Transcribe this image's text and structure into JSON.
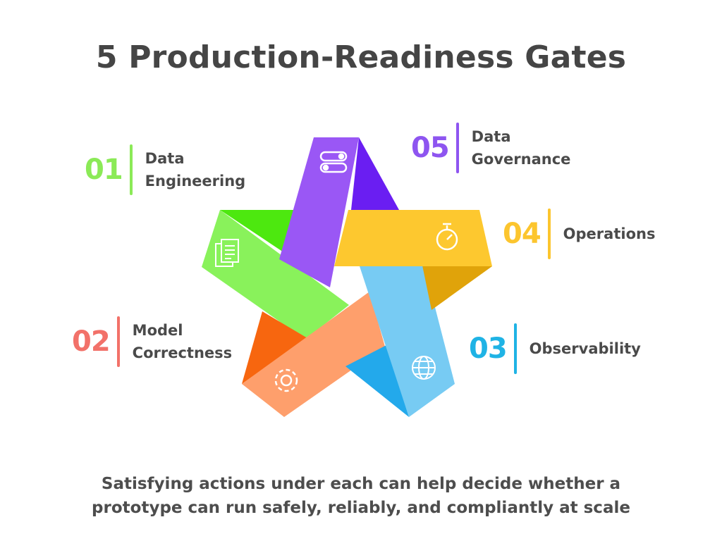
{
  "title": "5 Production-Readiness Gates",
  "footer": {
    "line1": "Satisfying actions under each can help decide whether a",
    "line2": "prototype can run safely, reliably, and compliantly at scale"
  },
  "gates": [
    {
      "number": "01",
      "label_line1": "Data",
      "label_line2": "Engineering",
      "color": "#8BEA57",
      "icon": "document-stack-icon"
    },
    {
      "number": "02",
      "label_line1": "Model",
      "label_line2": "Correctness",
      "color": "#F27169",
      "icon": "gear-icon"
    },
    {
      "number": "03",
      "label_line1": "Observability",
      "label_line2": "",
      "color": "#1FB3E5",
      "icon": "globe-icon"
    },
    {
      "number": "04",
      "label_line1": "Operations",
      "label_line2": "",
      "color": "#FCC52E",
      "icon": "stopwatch-icon"
    },
    {
      "number": "05",
      "label_line1": "Data",
      "label_line2": "Governance",
      "color": "#8E55F0",
      "icon": "toggle-switch-icon"
    }
  ]
}
